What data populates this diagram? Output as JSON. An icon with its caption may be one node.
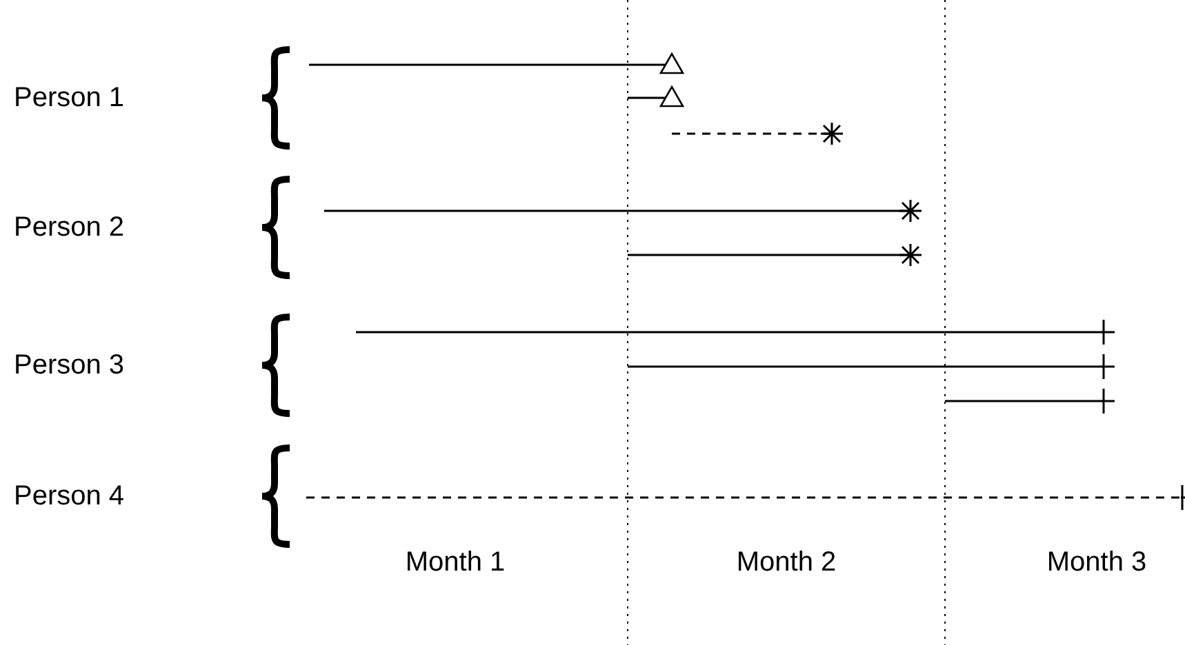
{
  "diagram": {
    "labels": [
      "Person 1",
      "Person 2",
      "Person 3",
      "Person 4",
      "Month 1",
      "Month 2",
      "Month 3"
    ]
  }
}
